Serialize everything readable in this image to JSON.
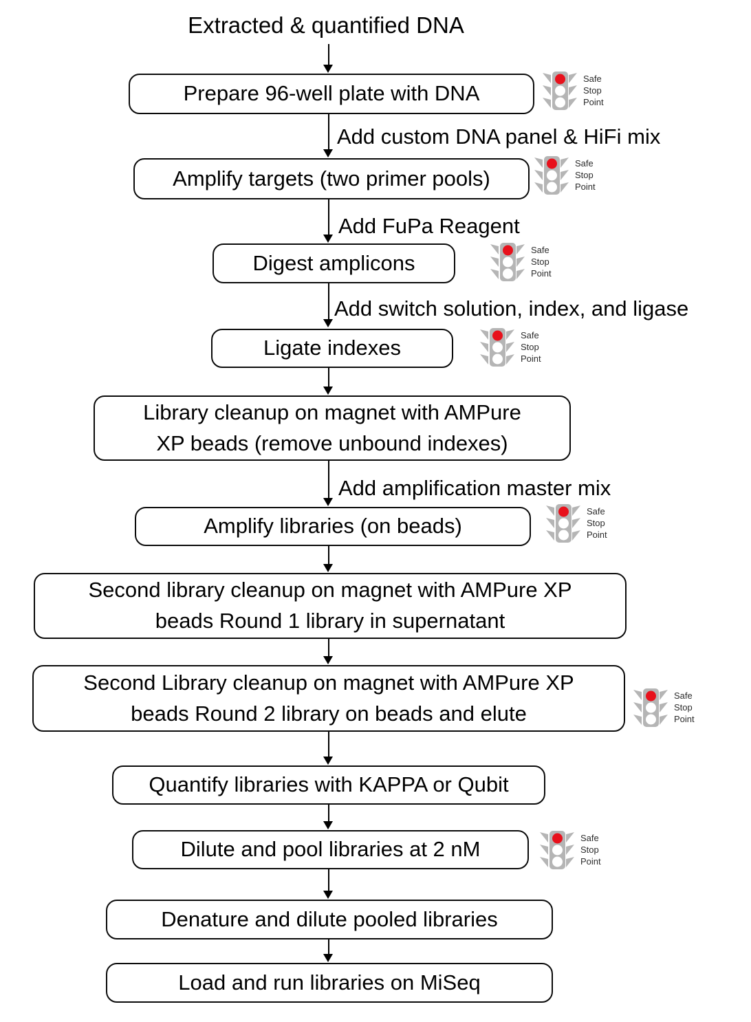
{
  "title": "Extracted & quantified DNA",
  "colors": {
    "background": "#ffffff",
    "box_border": "#0a0a0a",
    "text": "#000000",
    "arrow": "#000000",
    "traffic_light_gray": "#b5b5b5",
    "traffic_light_red": "#e8111c",
    "safe_stop_text": "#2b2b2b"
  },
  "safe_stop_label": {
    "line1": "Safe",
    "line2": "Stop",
    "line3": "Point"
  },
  "steps": [
    {
      "id": "prepare-plate",
      "safe_stop": true,
      "lines": [
        "Prepare 96-well plate with DNA"
      ]
    },
    {
      "id": "amplify-targets",
      "safe_stop": true,
      "lines": [
        "Amplify targets (two primer pools)"
      ]
    },
    {
      "id": "digest-amplicons",
      "safe_stop": true,
      "lines": [
        "Digest amplicons"
      ]
    },
    {
      "id": "ligate-indexes",
      "safe_stop": true,
      "lines": [
        "Ligate indexes"
      ]
    },
    {
      "id": "library-cleanup",
      "safe_stop": false,
      "lines": [
        "Library cleanup on magnet with AMPure",
        "XP beads (remove unbound indexes)"
      ]
    },
    {
      "id": "amplify-libraries",
      "safe_stop": true,
      "lines": [
        "Amplify libraries (on beads)"
      ]
    },
    {
      "id": "second-cleanup-round1",
      "safe_stop": false,
      "lines": [
        "Second library cleanup on magnet with AMPure XP",
        "beads Round 1 library in supernatant"
      ]
    },
    {
      "id": "second-cleanup-round2",
      "safe_stop": true,
      "lines": [
        "Second Library cleanup on magnet with AMPure XP",
        "beads Round 2 library on beads and elute"
      ]
    },
    {
      "id": "quantify-libraries",
      "safe_stop": false,
      "lines": [
        "Quantify libraries with KAPPA or Qubit"
      ]
    },
    {
      "id": "dilute-pool",
      "safe_stop": true,
      "lines": [
        "Dilute and pool libraries at 2 nM"
      ]
    },
    {
      "id": "denature-dilute",
      "safe_stop": false,
      "lines": [
        "Denature and dilute pooled libraries"
      ]
    },
    {
      "id": "load-run-miseq",
      "safe_stop": false,
      "lines": [
        "Load and run libraries on MiSeq"
      ]
    }
  ],
  "edge_labels": [
    {
      "text": "Add custom DNA panel & HiFi mix"
    },
    {
      "text": "Add FuPa Reagent"
    },
    {
      "text": "Add switch solution, index, and ligase"
    },
    {
      "text": "Add amplification master mix"
    }
  ]
}
